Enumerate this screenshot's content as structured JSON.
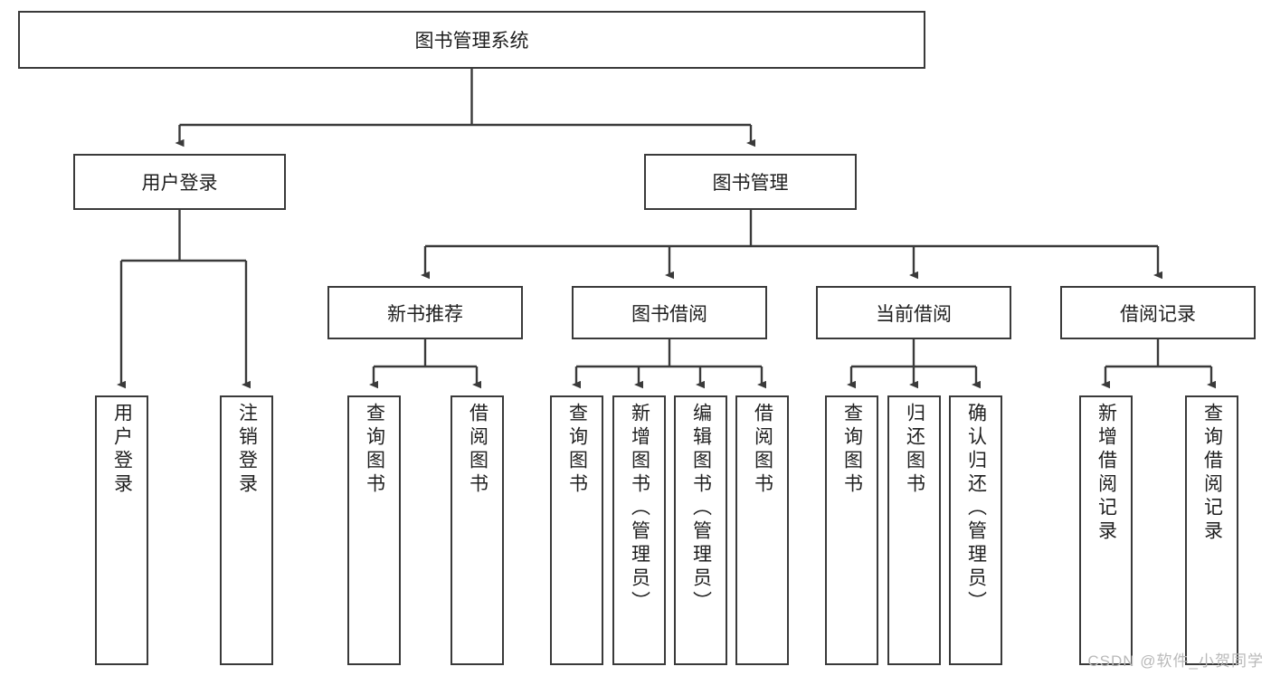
{
  "diagram": {
    "type": "tree-hierarchy",
    "title": "图书管理系统",
    "root": {
      "label": "图书管理系统"
    },
    "level2": [
      {
        "id": "user-login",
        "label": "用户登录"
      },
      {
        "id": "book-manage",
        "label": "图书管理"
      }
    ],
    "level3": [
      {
        "id": "new-book-rec",
        "label": "新书推荐",
        "parent": "book-manage"
      },
      {
        "id": "book-borrow",
        "label": "图书借阅",
        "parent": "book-manage"
      },
      {
        "id": "current-borrow",
        "label": "当前借阅",
        "parent": "book-manage"
      },
      {
        "id": "borrow-record",
        "label": "借阅记录",
        "parent": "book-manage"
      }
    ],
    "leaves": [
      {
        "id": "leaf-user-login",
        "label": "用户登录",
        "parent": "user-login"
      },
      {
        "id": "leaf-logout-login",
        "label": "注销登录",
        "parent": "user-login"
      },
      {
        "id": "leaf-query-book-1",
        "label": "查询图书",
        "parent": "new-book-rec"
      },
      {
        "id": "leaf-borrow-book-1",
        "label": "借阅图书",
        "parent": "new-book-rec"
      },
      {
        "id": "leaf-query-book-2",
        "label": "查询图书",
        "parent": "book-borrow"
      },
      {
        "id": "leaf-add-book",
        "label": "新增图书（管理员）",
        "parent": "book-borrow"
      },
      {
        "id": "leaf-edit-book",
        "label": "编辑图书（管理员）",
        "parent": "book-borrow"
      },
      {
        "id": "leaf-borrow-book-2",
        "label": "借阅图书",
        "parent": "book-borrow"
      },
      {
        "id": "leaf-query-book-3",
        "label": "查询图书",
        "parent": "current-borrow"
      },
      {
        "id": "leaf-return-book",
        "label": "归还图书",
        "parent": "current-borrow"
      },
      {
        "id": "leaf-confirm-return",
        "label": "确认归还（管理员）",
        "parent": "current-borrow"
      },
      {
        "id": "leaf-add-record",
        "label": "新增借阅记录",
        "parent": "borrow-record"
      },
      {
        "id": "leaf-query-record",
        "label": "查询借阅记录",
        "parent": "borrow-record"
      }
    ],
    "colors": {
      "box_border": "#3a3a3a",
      "box_fill": "#ffffff",
      "connector": "#3a3a3a",
      "text": "#1f1f1f",
      "watermark": "#b9b9b9"
    }
  },
  "watermark": {
    "text": "CSDN @软件_小贺同学"
  }
}
